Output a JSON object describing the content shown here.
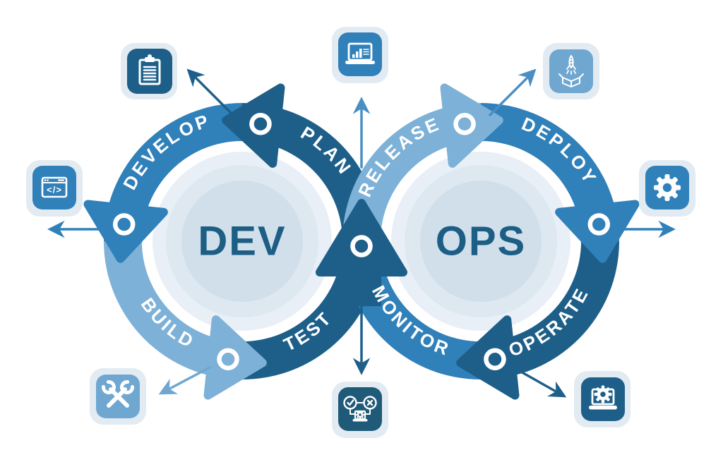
{
  "dev": {
    "label": "DEV",
    "stages": {
      "plan": "PLAN",
      "develop": "DEVELOP",
      "build": "BUILD",
      "test": "TEST"
    }
  },
  "ops": {
    "label": "OPS",
    "stages": {
      "release": "RELEASE",
      "deploy": "DEPLOY",
      "operate": "OPERATE",
      "monitor": "MONITOR"
    }
  },
  "code_glyph": "</>",
  "icons": {
    "top_left": "clipboard-checklist",
    "top_center": "analytics-laptop",
    "top_right": "rocket-launch-box",
    "left": "code-window",
    "right": "gear",
    "bottom_left": "crossed-tools",
    "bottom_center": "automated-test-flow",
    "bottom_right": "laptop-gear"
  },
  "colors": {
    "dark": "#1e5f8a",
    "medium": "#3080ba",
    "light": "#7db1d7",
    "midlight": "#6fa7d0",
    "darkteal": "#1f5a78",
    "arrow_light_medium": "#4a8fc4",
    "center_text": "#1d5e85",
    "inner_1": "#e9eff6",
    "inner_2": "#dde8f1",
    "inner_3": "#d1dfeb",
    "tile_shadow": "#e2eaf2",
    "background": "#ffffff"
  }
}
